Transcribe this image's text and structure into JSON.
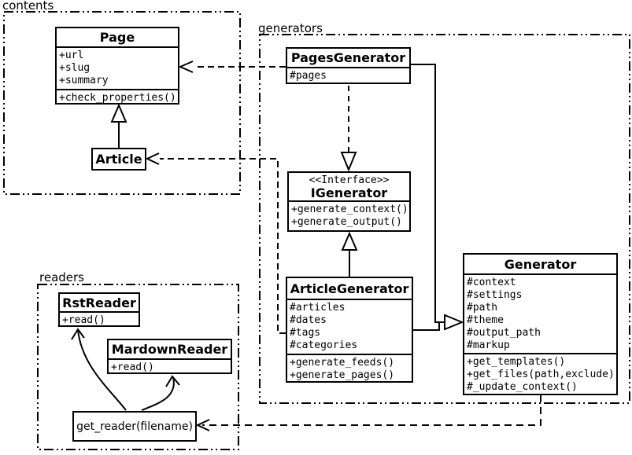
{
  "packages": {
    "contents": {
      "label": "contents"
    },
    "generators": {
      "label": "generators"
    },
    "readers": {
      "label": "readers"
    }
  },
  "classes": {
    "page": {
      "name": "Page",
      "attributes": [
        "+url",
        "+slug",
        "+summary"
      ],
      "methods": [
        "+check_properties()"
      ]
    },
    "article": {
      "name": "Article"
    },
    "pages_generator": {
      "name": "PagesGenerator",
      "attributes": [
        "#pages"
      ]
    },
    "igenerator": {
      "stereotype": "<<Interface>>",
      "name": "IGenerator",
      "methods": [
        "+generate_context()",
        "+generate_output()"
      ]
    },
    "article_generator": {
      "name": "ArticleGenerator",
      "attributes": [
        "#articles",
        "#dates",
        "#tags",
        "#categories"
      ],
      "methods": [
        "+generate_feeds()",
        "+generate_pages()"
      ]
    },
    "generator": {
      "name": "Generator",
      "attributes": [
        "#context",
        "#settings",
        "#path",
        "#theme",
        "#output_path",
        "#markup"
      ],
      "methods": [
        "+get_templates()",
        "+get_files(path,exclude)",
        "#_update_context()"
      ]
    },
    "rst_reader": {
      "name": "RstReader",
      "methods": [
        "+read()"
      ]
    },
    "mardown_reader": {
      "name": "MardownReader",
      "methods": [
        "+read()"
      ]
    },
    "get_reader": {
      "name": "get_reader(filename)"
    }
  },
  "relationships": [
    {
      "type": "inheritance",
      "from": "Article",
      "to": "Page"
    },
    {
      "type": "dependency",
      "from": "PagesGenerator",
      "to": "Page"
    },
    {
      "type": "dependency",
      "from": "ArticleGenerator",
      "to": "Article"
    },
    {
      "type": "realization",
      "from": "PagesGenerator",
      "to": "IGenerator"
    },
    {
      "type": "inheritance",
      "from": "ArticleGenerator",
      "to": "IGenerator"
    },
    {
      "type": "inheritance",
      "from": "PagesGenerator",
      "to": "Generator"
    },
    {
      "type": "inheritance",
      "from": "ArticleGenerator",
      "to": "Generator"
    },
    {
      "type": "dependency",
      "from": "Generator",
      "to": "get_reader(filename)"
    },
    {
      "type": "arrow",
      "from": "get_reader(filename)",
      "to": "RstReader"
    },
    {
      "type": "arrow",
      "from": "get_reader(filename)",
      "to": "MardownReader"
    }
  ],
  "colors": {
    "line": "#000000",
    "background": "#ffffff",
    "box_fill": "#ffffff"
  }
}
